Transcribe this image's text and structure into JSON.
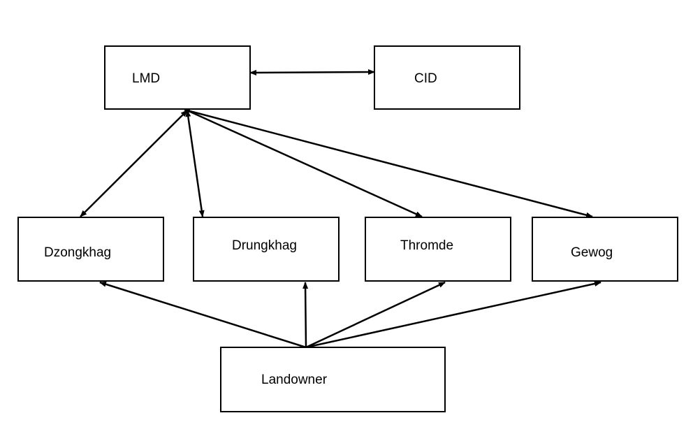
{
  "nodes": {
    "lmd": "LMD",
    "cid": "CID",
    "dzongkhag": "Dzongkhag",
    "drungkhag": "Drungkhag",
    "thromde": "Thromde",
    "gewog": "Gewog",
    "landowner": "Landowner"
  },
  "edges": [
    {
      "from": "lmd",
      "to": "cid",
      "direction": "both"
    },
    {
      "from": "lmd",
      "to": "dzongkhag",
      "direction": "both"
    },
    {
      "from": "lmd",
      "to": "drungkhag",
      "direction": "both"
    },
    {
      "from": "lmd",
      "to": "thromde",
      "direction": "forward"
    },
    {
      "from": "lmd",
      "to": "gewog",
      "direction": "forward"
    },
    {
      "from": "landowner",
      "to": "dzongkhag",
      "direction": "forward"
    },
    {
      "from": "landowner",
      "to": "drungkhag",
      "direction": "forward"
    },
    {
      "from": "landowner",
      "to": "thromde",
      "direction": "forward"
    },
    {
      "from": "landowner",
      "to": "gewog",
      "direction": "forward"
    }
  ],
  "colors": {
    "stroke": "#000000",
    "background": "#ffffff"
  }
}
